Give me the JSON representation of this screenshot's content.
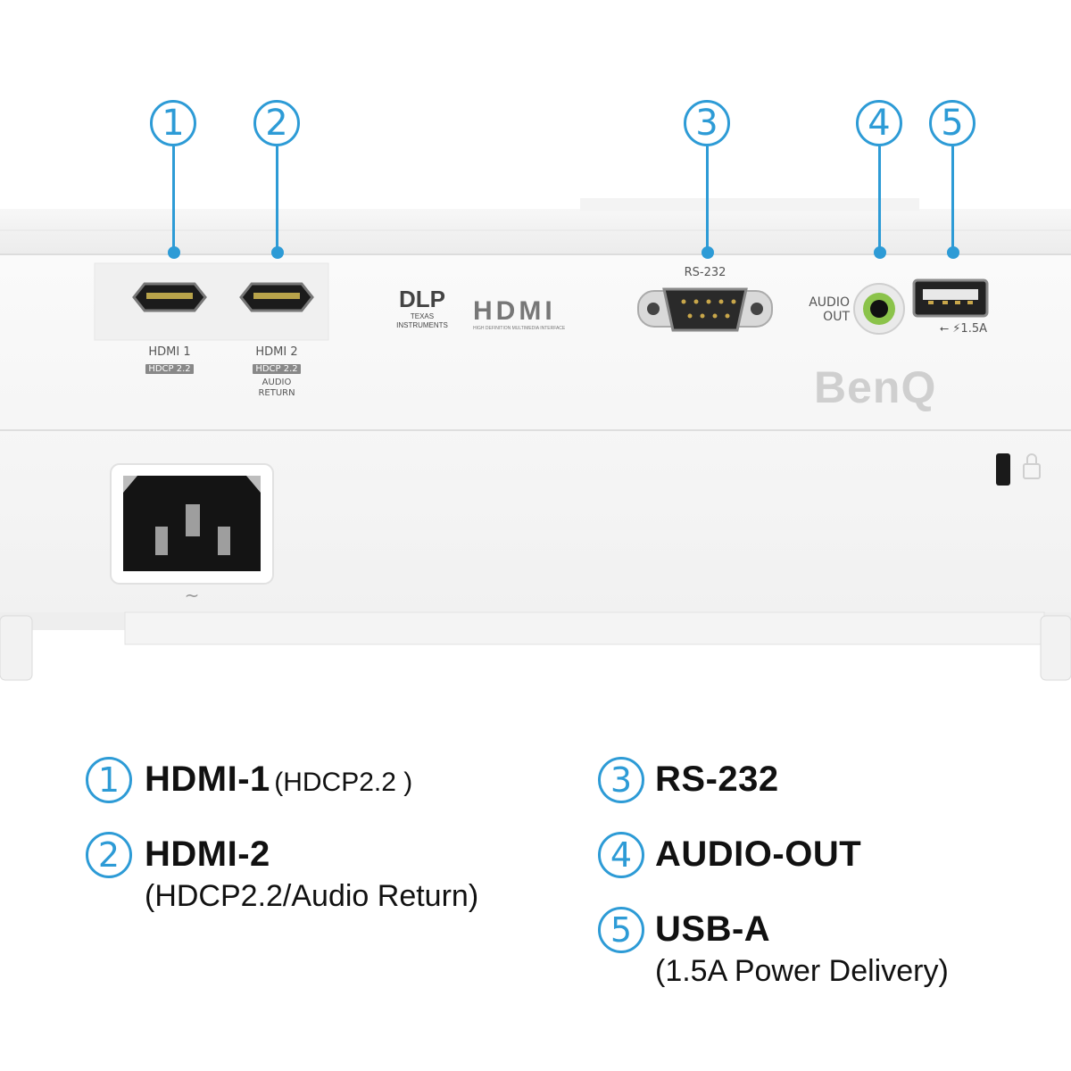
{
  "callouts": [
    "1",
    "2",
    "3",
    "4",
    "5"
  ],
  "ports": {
    "hdmi1": {
      "label": "HDMI 1",
      "badge": "HDCP 2.2"
    },
    "hdmi2": {
      "label": "HDMI 2",
      "badge": "HDCP 2.2",
      "note1": "AUDIO",
      "note2": "RETURN"
    },
    "rs232": {
      "label": "RS-232"
    },
    "audio": {
      "label1": "AUDIO",
      "label2": "OUT"
    },
    "usb": {
      "rating": "1.5A"
    },
    "power_symbol": "~"
  },
  "logos": {
    "dlp": "DLP",
    "dlp_sub": "TEXAS INSTRUMENTS",
    "hdmi": "HDMI",
    "hdmi_sub": "HIGH DEFINITION MULTIMEDIA INTERFACE",
    "brand": "BenQ"
  },
  "legend": [
    {
      "num": "1",
      "title": "HDMI-1",
      "sub": "(HDCP2.2 )"
    },
    {
      "num": "2",
      "title": "HDMI-2",
      "sub": "(HDCP2.2/Audio Return)"
    },
    {
      "num": "3",
      "title": "RS-232",
      "sub": ""
    },
    {
      "num": "4",
      "title": "AUDIO-OUT",
      "sub": ""
    },
    {
      "num": "5",
      "title": "USB-A",
      "sub": "(1.5A Power Delivery)"
    }
  ],
  "colors": {
    "accent": "#2d9bd6",
    "body": "#f4f4f4",
    "text": "#111111"
  }
}
